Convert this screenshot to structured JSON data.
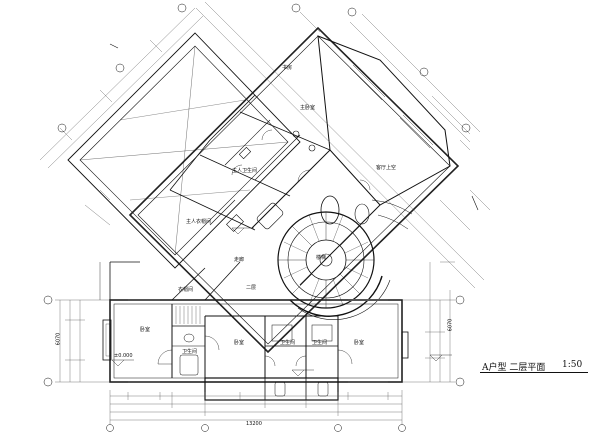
{
  "drawing": {
    "title": "A户型 二层平面",
    "scale": "1:50"
  },
  "rooms": {
    "master_bedroom": "主卧室",
    "study": "书房",
    "master_bath": "主人卫生间",
    "master_closet": "主人衣帽间",
    "living_void": "客厅上空",
    "bedroom_left": "卧室",
    "bedroom_center": "卧室",
    "bedroom_right": "卧室",
    "closet_left": "衣帽间",
    "bath_left": "卫生间",
    "bath_center": "卫生间",
    "bath_right": "卫生间",
    "corridor": "走廊",
    "hall": "二层",
    "stair": "楼梯"
  },
  "dimensions": {
    "bottom_total": "13200",
    "left_total": "6070",
    "right_total": "6070",
    "level": "±0.000"
  },
  "colors": {
    "ink": "#111111",
    "wall": "#222222",
    "grid": "#444444",
    "background": "#ffffff"
  }
}
